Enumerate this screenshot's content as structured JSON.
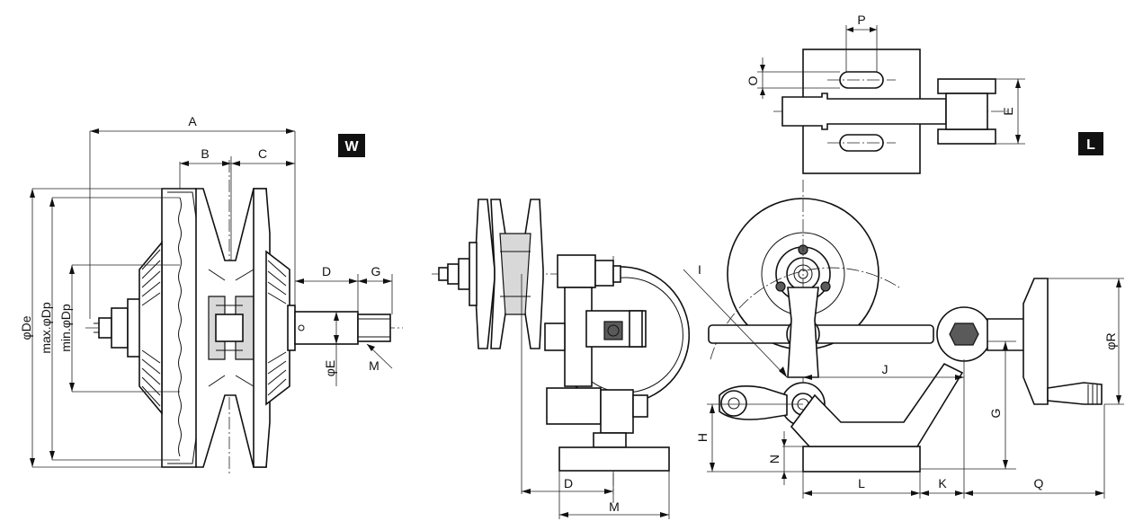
{
  "views": {
    "w": {
      "badge": "W"
    },
    "l": {
      "badge": "L"
    }
  },
  "dimensions": {
    "A": "A",
    "B": "B",
    "C": "C",
    "D": "D",
    "G": "G",
    "De": "φDe",
    "maxDp": "max.φDp",
    "minDp": "min.φDp",
    "E": "φE",
    "M": "M",
    "side_D": "D",
    "side_M": "M",
    "top_P": "P",
    "top_O": "O",
    "top_E": "E",
    "I": "I",
    "J": "J",
    "H": "H",
    "N": "N",
    "L": "L",
    "K": "K",
    "Q": "Q",
    "G2": "G",
    "R": "φR"
  }
}
